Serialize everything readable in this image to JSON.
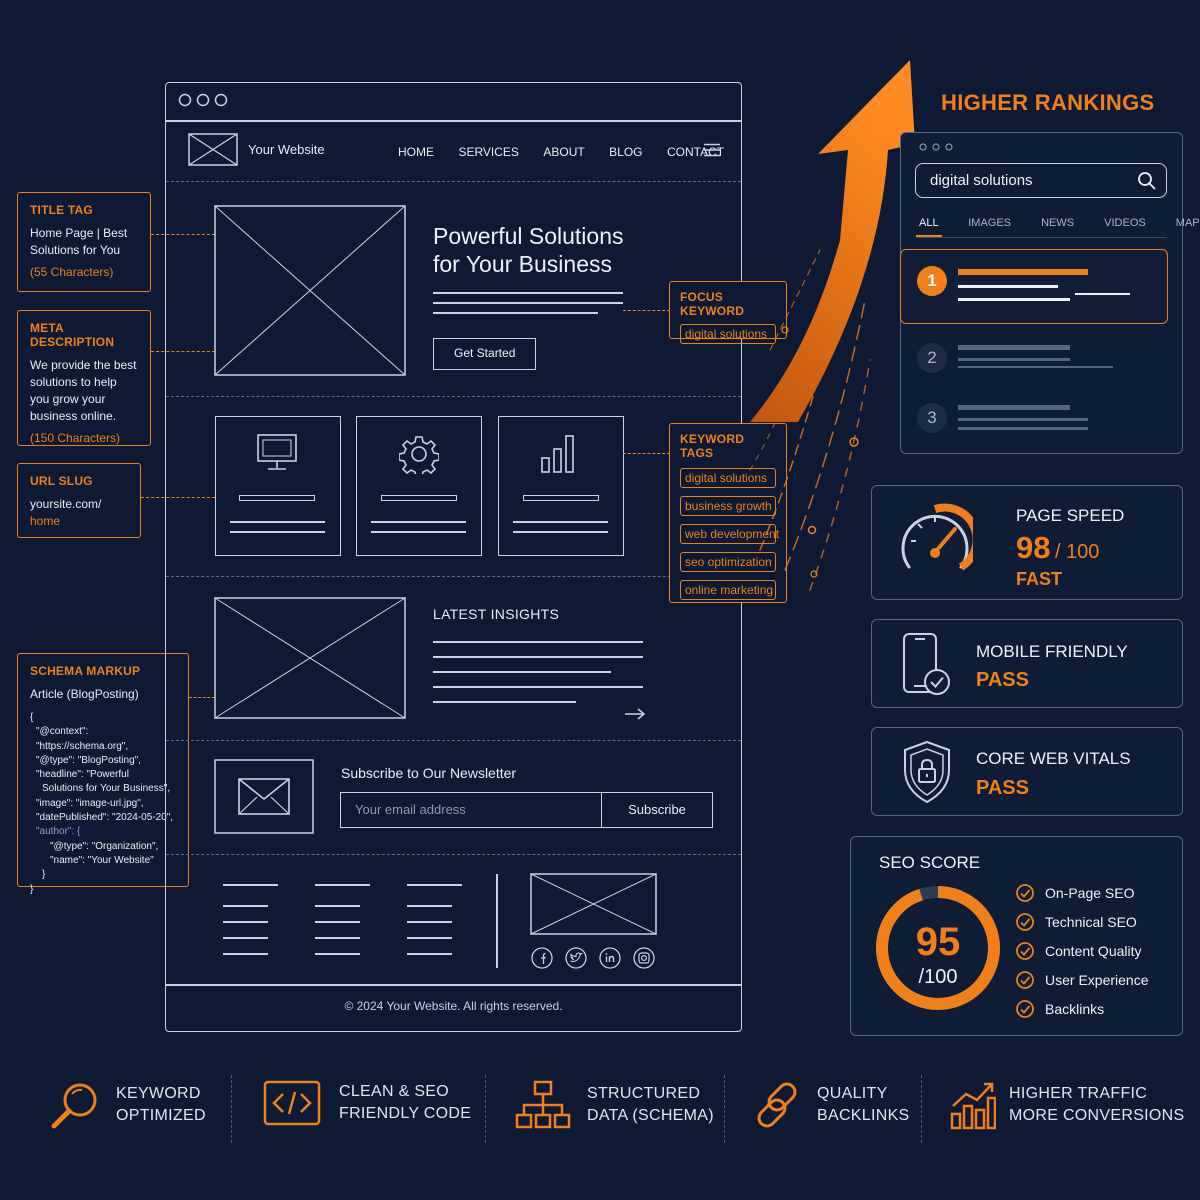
{
  "annotations": {
    "title_tag": {
      "heading": "TITLE TAG",
      "text": "Home Page | Best Solutions for You",
      "note": "(55 Characters)"
    },
    "meta_description": {
      "heading": "META DESCRIPTION",
      "text": "We provide the best solutions to help you grow your business online.",
      "note": "(150 Characters)"
    },
    "url_slug": {
      "heading": "URL SLUG",
      "line1": "yoursite.com/",
      "line2": "home"
    },
    "schema_markup": {
      "heading": "SCHEMA MARKUP",
      "subheading": "Article (BlogPosting)",
      "code": [
        "{",
        "\"@context\": \"https://schema.org\",",
        "\"@type\": \"BlogPosting\",",
        "\"headline\": \"Powerful",
        "Solutions for Your Business\",",
        "\"image\": \"image-url.jpg\",",
        "\"datePublished\": \"2024-05-20\",",
        "\"author\": {",
        "\"@type\": \"Organization\",",
        "\"name\": \"Your Website\"",
        "}",
        "}"
      ]
    },
    "focus_keyword": {
      "heading": "FOCUS KEYWORD",
      "value": "digital solutions"
    },
    "keyword_tags": {
      "heading": "KEYWORD TAGS",
      "tags": [
        "digital solutions",
        "business growth",
        "web development",
        "seo optimization",
        "online marketing"
      ]
    }
  },
  "website": {
    "brand": "Your Website",
    "nav": [
      "HOME",
      "SERVICES",
      "ABOUT",
      "BLOG",
      "CONTACT"
    ],
    "hero_title_line1": "Powerful Solutions",
    "hero_title_line2": "for Your Business",
    "cta": "Get Started",
    "insights_heading": "LATEST INSIGHTS",
    "newsletter_heading": "Subscribe to Our Newsletter",
    "email_placeholder": "Your email address",
    "subscribe": "Subscribe",
    "copyright": "© 2024 Your Website. All rights reserved."
  },
  "serp": {
    "heading": "HIGHER RANKINGS",
    "query": "digital solutions",
    "tabs": [
      "ALL",
      "IMAGES",
      "NEWS",
      "VIDEOS",
      "MAPS"
    ],
    "active_tab": "ALL",
    "ranks": [
      "1",
      "2",
      "3"
    ]
  },
  "metrics": {
    "page_speed": {
      "label": "PAGE SPEED",
      "score": "98",
      "max": "/ 100",
      "status": "FAST"
    },
    "mobile": {
      "label": "MOBILE FRIENDLY",
      "status": "PASS"
    },
    "cwv": {
      "label": "CORE WEB VITALS",
      "status": "PASS"
    }
  },
  "seo_score": {
    "label": "SEO SCORE",
    "score": "95",
    "max": "/100",
    "score_fraction": 0.95,
    "checklist": [
      "On-Page SEO",
      "Technical SEO",
      "Content Quality",
      "User Experience",
      "Backlinks"
    ]
  },
  "features": [
    {
      "icon": "magnifier-icon",
      "line1": "KEYWORD",
      "line2": "OPTIMIZED"
    },
    {
      "icon": "code-icon",
      "line1": "CLEAN & SEO",
      "line2": "FRIENDLY CODE"
    },
    {
      "icon": "hierarchy-icon",
      "line1": "STRUCTURED",
      "line2": "DATA (SCHEMA)"
    },
    {
      "icon": "link-icon",
      "line1": "QUALITY",
      "line2": "BACKLINKS"
    },
    {
      "icon": "growth-chart-icon",
      "line1": "HIGHER TRAFFIC",
      "line2": "MORE CONVERSIONS"
    }
  ],
  "colors": {
    "background": "#0e1a33",
    "accent": "#f07f1a",
    "wire": "#c9d2e0"
  }
}
